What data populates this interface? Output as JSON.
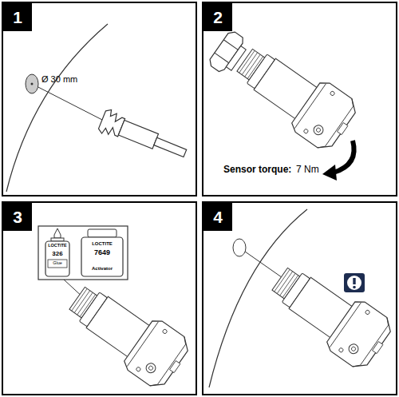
{
  "diagram": {
    "nodes": [
      {
        "text": [
          "1"
        ]
      },
      {
        "text": [
          "2"
        ]
      },
      {
        "text": [
          "3"
        ]
      },
      {
        "text": [
          "4"
        ]
      }
    ],
    "labels": [
      "Ø 30 mm",
      "Sensor torque:",
      "7 Nm",
      "LOCTITE",
      "326",
      "Glue",
      "LOCTITE",
      "7649",
      "Activator"
    ]
  }
}
